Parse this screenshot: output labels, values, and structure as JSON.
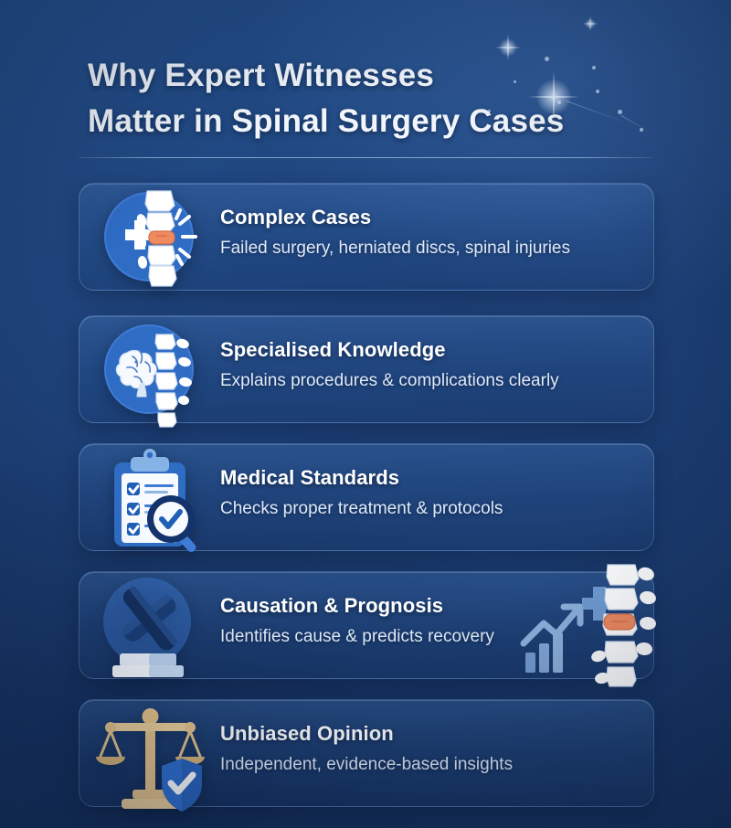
{
  "meta": {
    "background_color": "#1d4077",
    "accent_color": "#3a7bd5",
    "card_border_color": "#96b9e8",
    "text_color": "#ffffff",
    "subtext_color": "#dfe9f8",
    "disc_highlight_color": "#f08a60",
    "gold_color": "#e8c88a"
  },
  "header": {
    "title_line1": "Why Expert Witnesses",
    "title_line2": "Matter in Spinal Surgery Cases"
  },
  "cards": [
    {
      "icon": "spine-cross-icon",
      "title": "Complex Cases",
      "subtitle": "Failed surgery, herniated discs, spinal injuries"
    },
    {
      "icon": "brain-spine-icon",
      "title": "Specialised Knowledge",
      "subtitle": "Explains procedures & complications clearly"
    },
    {
      "icon": "clipboard-checklist-magnifier-icon",
      "title": "Medical Standards",
      "subtitle": "Checks proper treatment & protocols"
    },
    {
      "icon": "gavel-icon",
      "decoration": "spine-growth-chart-icon",
      "title": "Causation & Prognosis",
      "subtitle": "Identifies cause & predicts recovery"
    },
    {
      "icon": "scales-shield-check-icon",
      "title": "Unbiased Opinion",
      "subtitle": "Independent, evidence-based insights"
    }
  ]
}
